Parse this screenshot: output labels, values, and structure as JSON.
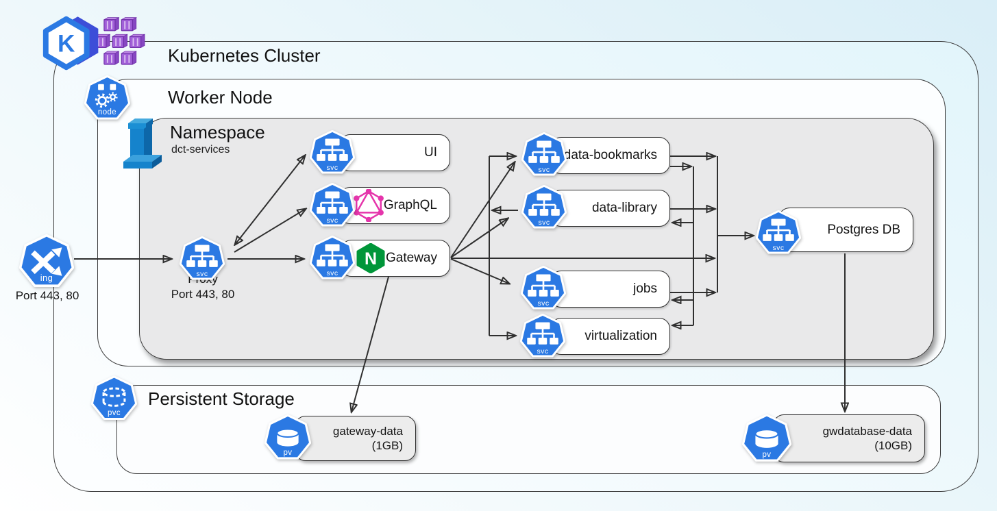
{
  "titles": {
    "cluster": "Kubernetes Cluster",
    "worker_node": "Worker Node",
    "namespace": "Namespace",
    "namespace_name": "dct-services",
    "storage": "Persistent Storage"
  },
  "badges": {
    "svc": "svc",
    "ing": "ing",
    "node": "node",
    "pvc": "pvc",
    "pv": "pv"
  },
  "ingress": {
    "ports": "Port 443, 80"
  },
  "proxy": {
    "name": "Proxy",
    "ports": "Port 443, 80"
  },
  "services": {
    "ui": "UI",
    "graphql": "GraphQL",
    "gateway": "Gateway",
    "bookmarks": "data-bookmarks",
    "library": "data-library",
    "jobs": "jobs",
    "virtualization": "virtualization",
    "postgres": "Postgres DB"
  },
  "volumes": {
    "gateway_data": {
      "name": "gateway-data",
      "size": "(1GB)"
    },
    "gwdatabase_data": {
      "name": "gwdatabase-data",
      "size": "(10GB)"
    }
  },
  "logos": {
    "kubernetes_letter": "K",
    "nginx_letter": "N"
  },
  "colors": {
    "k8s_blue": "#2b79e3",
    "indigo": "#3d4ed8",
    "graphql_pink": "#e535ab",
    "nginx_green": "#009639",
    "purple": "#a160d8",
    "line": "#2f2f2f"
  }
}
